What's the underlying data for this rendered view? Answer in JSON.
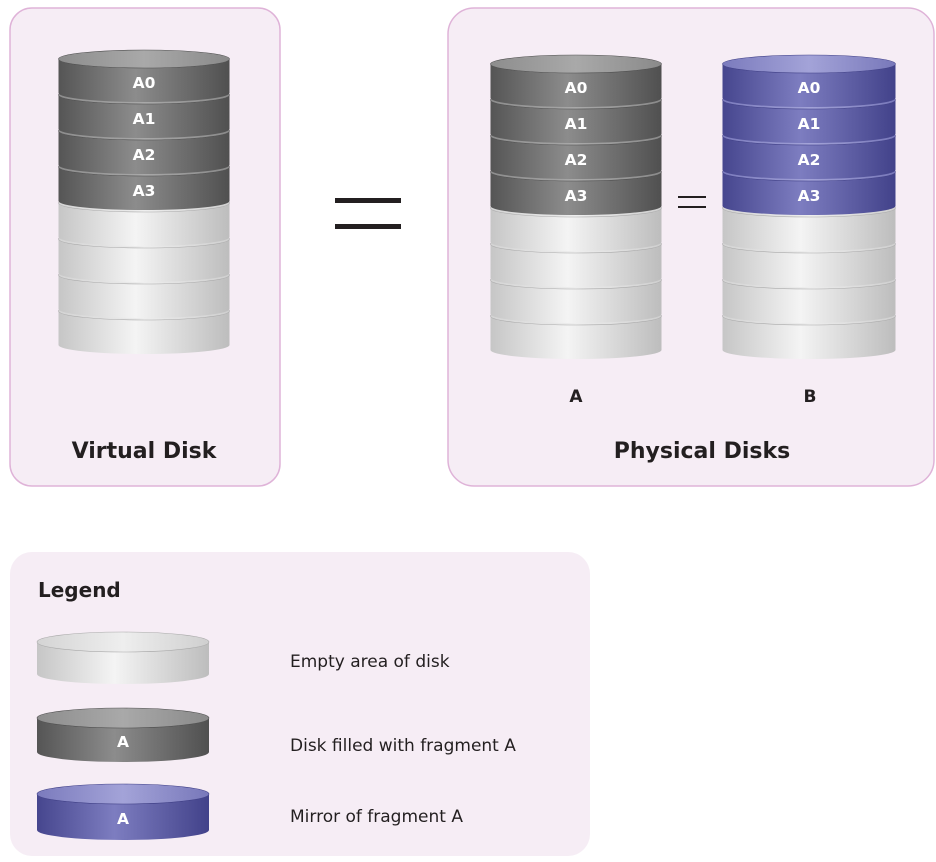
{
  "virtual_panel": {
    "title": "Virtual Disk",
    "fragments": [
      "A0",
      "A1",
      "A2",
      "A3"
    ]
  },
  "physical_panel": {
    "title": "Physical Disks",
    "disk_a": {
      "label": "A",
      "fragments": [
        "A0",
        "A1",
        "A2",
        "A3"
      ]
    },
    "disk_b": {
      "label": "B",
      "fragments": [
        "A0",
        "A1",
        "A2",
        "A3"
      ]
    }
  },
  "legend": {
    "title": "Legend",
    "items": [
      {
        "kind": "empty",
        "text": "Empty area of disk",
        "label": ""
      },
      {
        "kind": "filled",
        "text": "Disk filled with fragment A",
        "label": "A"
      },
      {
        "kind": "mirror",
        "text": "Mirror of fragment A",
        "label": "A"
      }
    ]
  },
  "colors": {
    "panel_fill": "#f6edf5",
    "panel_border": "#dfb3d8",
    "filled": "#6b6b6b",
    "mirror": "#5a5aa6",
    "empty": "#d9d9d9"
  }
}
